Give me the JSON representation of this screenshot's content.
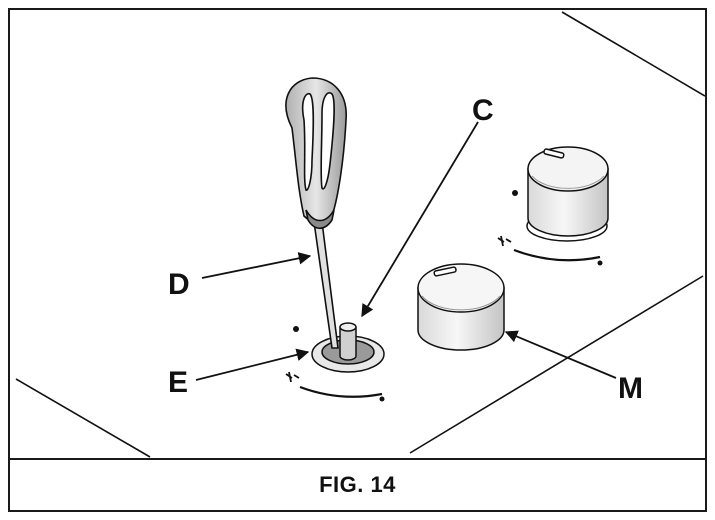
{
  "figure": {
    "caption": "FIG. 14",
    "callouts": {
      "c": "C",
      "d": "D",
      "e": "E",
      "m": "M"
    }
  },
  "colors": {
    "line": "#111111",
    "knob_light": "#f2f2f2",
    "knob_shade": "#bfbfbf"
  }
}
